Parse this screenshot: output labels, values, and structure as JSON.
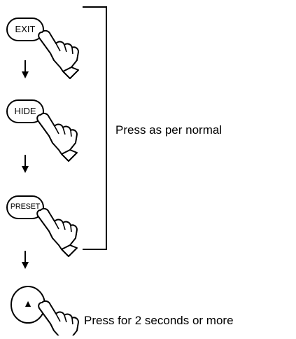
{
  "steps": [
    {
      "button": "EXIT",
      "kind": "oval"
    },
    {
      "button": "HIDE",
      "kind": "oval"
    },
    {
      "button": "PRESET",
      "kind": "oval"
    },
    {
      "button": "▲",
      "kind": "round"
    }
  ],
  "notes": {
    "bracket_note": "Press as per normal",
    "last_note": "Press for 2 seconds or more"
  },
  "icons": [
    "hand-pointer-icon",
    "down-arrow-icon"
  ]
}
